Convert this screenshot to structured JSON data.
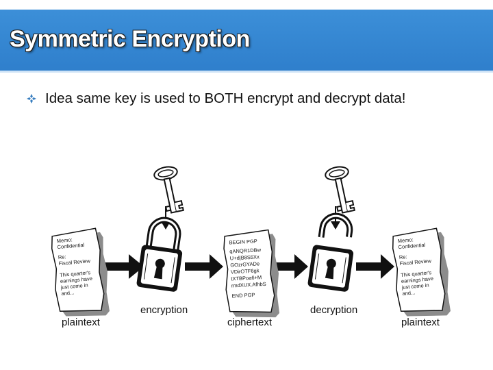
{
  "slide": {
    "title": "Symmetric Encryption",
    "bullet": "Idea same key is used to BOTH encrypt and decrypt data!"
  },
  "diagram": {
    "labels": {
      "plaintext_left": "plaintext",
      "encryption": "encryption",
      "ciphertext": "ciphertext",
      "decryption": "decryption",
      "plaintext_right": "plaintext"
    },
    "plaintext_doc_lines": [
      "Memo:",
      "Confidential",
      "Re:",
      "Fiscal Review",
      "This quarter's",
      "earnings have",
      "just come in",
      "and..."
    ],
    "ciphertext_doc_lines": [
      "BEGIN PGP",
      "qANQR1DBw",
      "U+d|B8S5Xx",
      "GOzrGYADe",
      "VDirOTF6gk",
      "tXTBPoa6+M",
      "rmdXUX.AfhbS",
      "END PGP"
    ],
    "icons": [
      "key-icon",
      "padlock-closed-icon",
      "padlock-open-icon",
      "arrow-icon"
    ]
  },
  "colors": {
    "title_bar": "#2f7fcc",
    "title_text": "#ffffff",
    "bullet_icon": "#3a7fc0",
    "doc_shadow": "#8c8c8c"
  }
}
